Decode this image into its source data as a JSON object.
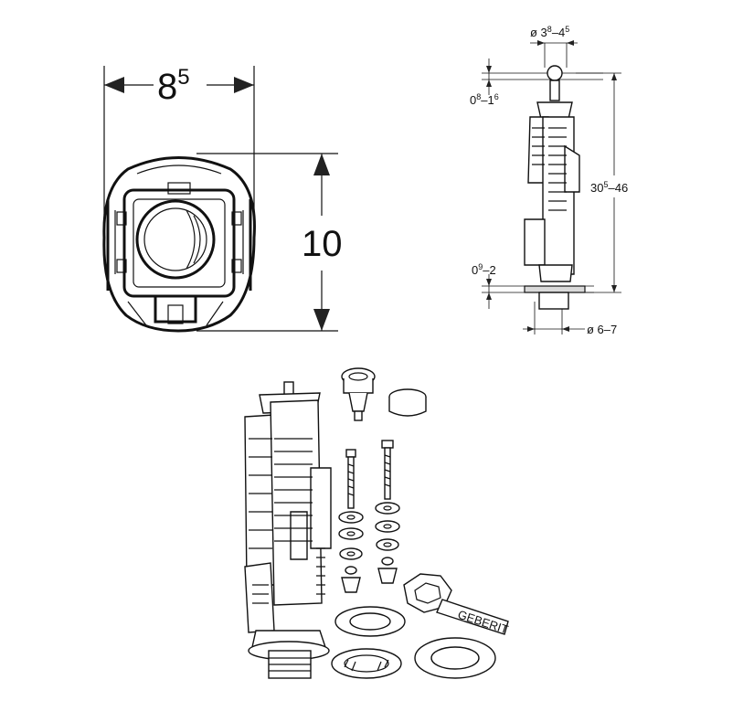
{
  "top_view": {
    "width_value": "8",
    "width_exp": "5",
    "height_value": "10"
  },
  "side_view": {
    "top_diameter_prefix": "ø 3",
    "top_diameter_exp1": "8",
    "top_diameter_mid": "–4",
    "top_diameter_exp2": "5",
    "upper_gap_prefix": "0",
    "upper_gap_exp1": "8",
    "upper_gap_mid": "–1",
    "upper_gap_exp2": "6",
    "height_prefix": "30",
    "height_exp": "5",
    "height_suffix": "–46",
    "lower_gap_prefix": "0",
    "lower_gap_exp": "9",
    "lower_gap_suffix": "–2",
    "bottom_diameter": "ø 6–7"
  },
  "brand_mark": "GEBERIT"
}
